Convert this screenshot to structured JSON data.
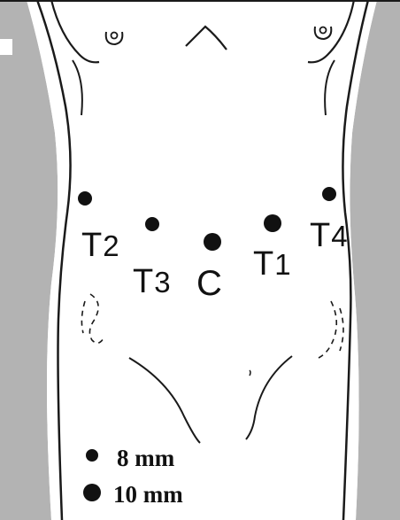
{
  "figure": {
    "description_colors": {
      "background_side": "#b3b3b3",
      "body_fill": "#ffffff",
      "outline": "#1a1a1a",
      "marker": "#111111"
    }
  },
  "ports": [
    {
      "id": "T2",
      "label": "T2",
      "main": "T",
      "sub": "2",
      "size": "8 mm"
    },
    {
      "id": "T3",
      "label": "T3",
      "main": "T",
      "sub": "3",
      "size": "8 mm"
    },
    {
      "id": "C",
      "label": "C",
      "main": "C",
      "sub": "",
      "size": "10 mm"
    },
    {
      "id": "T1",
      "label": "T1",
      "main": "T",
      "sub": "1",
      "size": "10 mm"
    },
    {
      "id": "T4",
      "label": "T4",
      "main": "T",
      "sub": "4",
      "size": "8 mm"
    }
  ],
  "legend": {
    "small": "8 mm",
    "large": "10 mm"
  }
}
